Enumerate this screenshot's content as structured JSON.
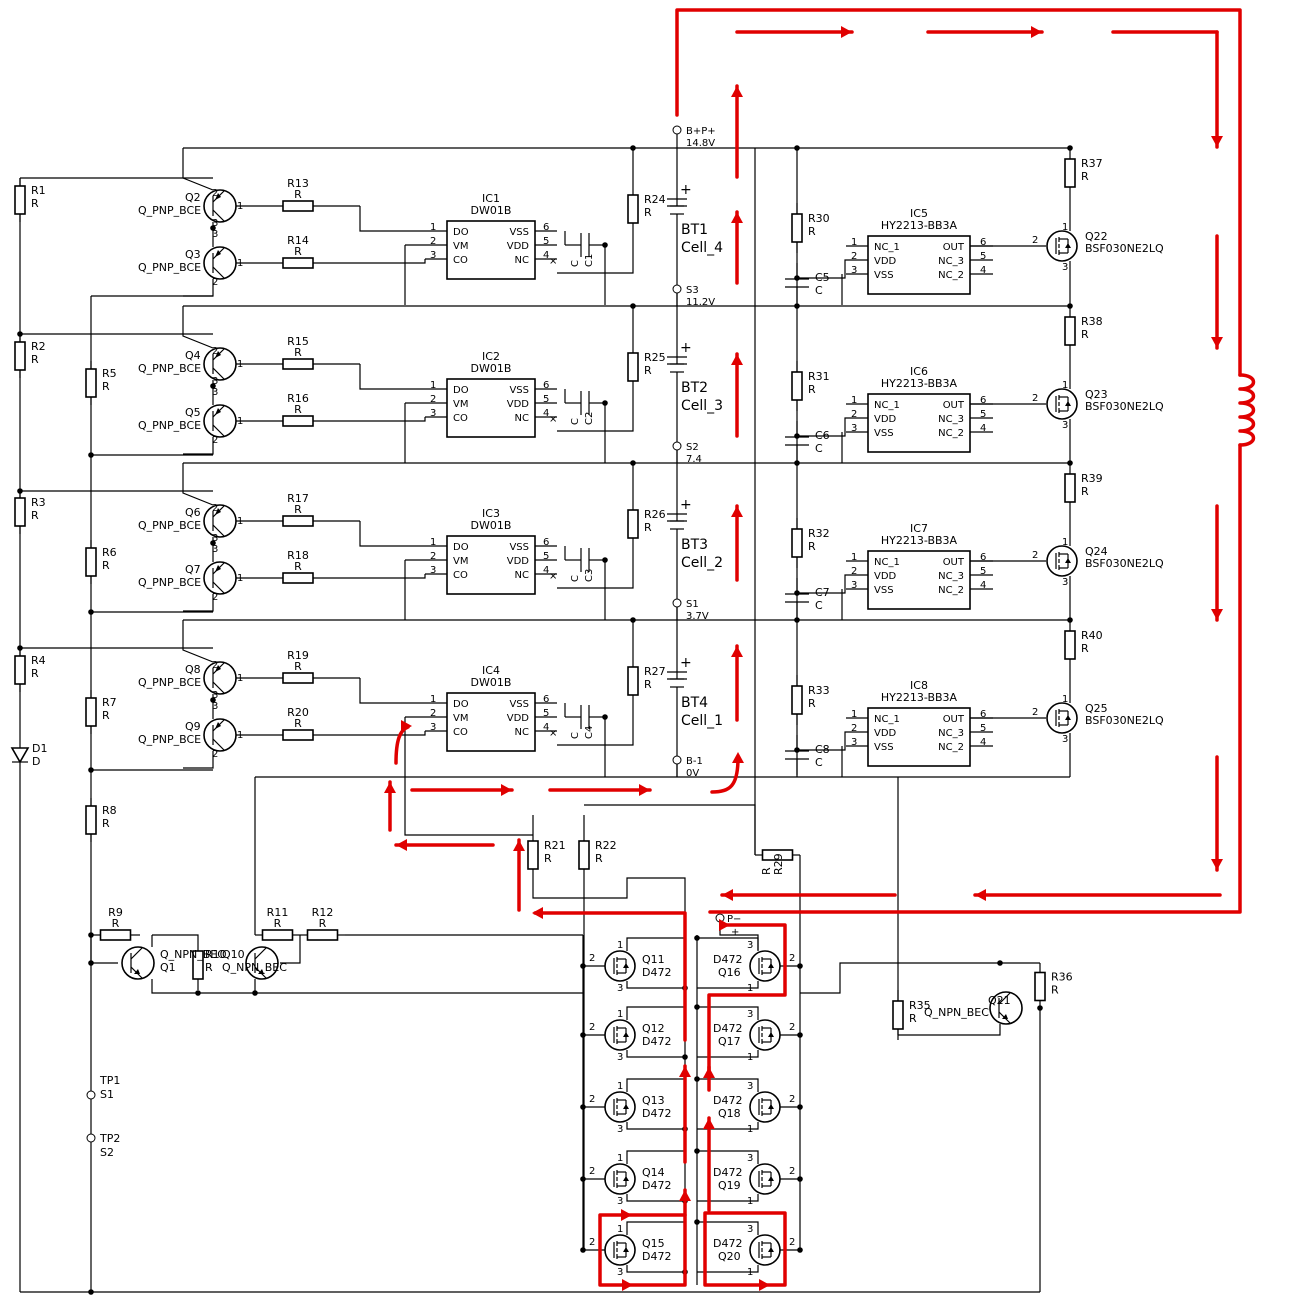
{
  "schematic": {
    "batteries": [
      {
        "ref": "BT1",
        "name": "Cell_4"
      },
      {
        "ref": "BT2",
        "name": "Cell_3"
      },
      {
        "ref": "BT3",
        "name": "Cell_2"
      },
      {
        "ref": "BT4",
        "name": "Cell_1"
      }
    ],
    "nodes": [
      {
        "name": "B+P+",
        "voltage": "14.8V"
      },
      {
        "name": "S3",
        "voltage": "11.2V"
      },
      {
        "name": "S2",
        "voltage": "7.4"
      },
      {
        "name": "S1",
        "voltage": "3.7V"
      },
      {
        "name": "B-1",
        "voltage": "0V"
      }
    ],
    "dw01b": {
      "refs": [
        "IC1",
        "IC2",
        "IC3",
        "IC4"
      ],
      "part": "DW01B",
      "left_pins": [
        "DO",
        "VM",
        "CO"
      ],
      "right_pins": [
        "VSS",
        "VDD",
        "NC"
      ],
      "left_nums": [
        "1",
        "2",
        "3"
      ],
      "right_nums": [
        "6",
        "5",
        "4"
      ]
    },
    "hy2213": {
      "refs": [
        "IC5",
        "IC6",
        "IC7",
        "IC8"
      ],
      "part": "HY2213-BB3A",
      "left_pins": [
        "NC_1",
        "VDD",
        "VSS"
      ],
      "right_pins": [
        "OUT",
        "NC_3",
        "NC_2"
      ],
      "left_nums": [
        "1",
        "2",
        "3"
      ],
      "right_nums": [
        "6",
        "5",
        "4"
      ]
    },
    "pnp_refs": [
      "Q2",
      "Q3",
      "Q4",
      "Q5",
      "Q6",
      "Q7",
      "Q8",
      "Q9"
    ],
    "pnp_part": "Q_PNP_BCE",
    "npn_part": "Q_NPN_BEC",
    "res_value": "R",
    "cap_value": "C",
    "diode_value": "D",
    "pin1": "1",
    "pin2": "2",
    "pin3": "3",
    "pin4": "4",
    "pin5": "5",
    "pin6": "6",
    "nc_mark": "×",
    "plus": "+",
    "minus": "−",
    "left_res": [
      "R1",
      "R2",
      "R3",
      "R4"
    ],
    "mid_res": [
      "R5",
      "R6",
      "R7",
      "R8"
    ],
    "base_res_a": [
      "R13",
      "R15",
      "R17",
      "R19"
    ],
    "base_res_b": [
      "R14",
      "R16",
      "R18",
      "R20"
    ],
    "r_top": [
      "R24",
      "R25",
      "R26",
      "R27"
    ],
    "r_bal": [
      "R30",
      "R31",
      "R32",
      "R33"
    ],
    "c_bal": [
      "C5",
      "C6",
      "C7",
      "C8"
    ],
    "c_ic": [
      "C1",
      "C2",
      "C3",
      "C4"
    ],
    "r_gate": [
      "R37",
      "R38",
      "R39",
      "R40"
    ],
    "bal_fets": [
      "Q22",
      "Q23",
      "Q24",
      "Q25"
    ],
    "bal_fet_part": "BSF030NE2LQ",
    "d1": "D1",
    "r_misc": {
      "r9": "R9",
      "r10": "R10",
      "r11": "R11",
      "r12": "R12",
      "r21": "R21",
      "r22": "R22",
      "r29": "R29",
      "r35": "R35",
      "r36": "R36"
    },
    "q1": "Q1",
    "q10": "Q10",
    "q21": "Q21",
    "q1_label": "Q_NPN_BEC",
    "q10_label": "Q_NPN_BEC",
    "q21_label": "Q_NPN_BEC",
    "mosfets_left": [
      "Q11",
      "Q12",
      "Q13",
      "Q14",
      "Q15"
    ],
    "mosfets_right": [
      "Q16",
      "Q17",
      "Q18",
      "Q19",
      "Q20"
    ],
    "mosfet_part": "D472",
    "p_minus": "P−",
    "tp1": {
      "ref": "TP1",
      "name": "S1"
    },
    "tp2": {
      "ref": "TP2",
      "name": "S2"
    }
  }
}
